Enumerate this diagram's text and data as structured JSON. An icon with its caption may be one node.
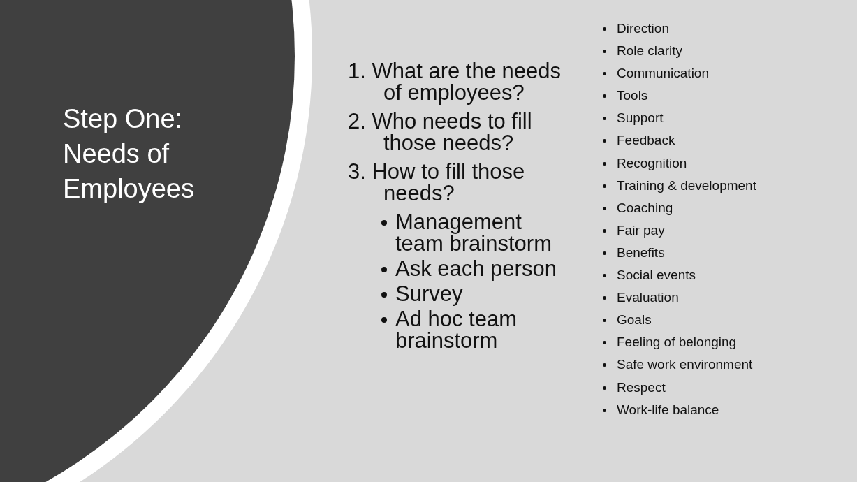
{
  "diagram": {
    "title": "Step One: Needs of Employees",
    "labels": [
      "1. What are the needs of employees?",
      "2. Who needs to fill those needs?",
      "3. How to fill those needs?",
      "Management team brainstorm",
      "Ask each person",
      "Survey",
      "Ad hoc team brainstorm",
      "Direction",
      "Role clarity",
      "Communication",
      "Tools",
      "Support",
      "Feedback",
      "Recognition",
      "Training & development",
      "Coaching",
      "Fair pay",
      "Benefits",
      "Social events",
      "Evaluation",
      "Goals",
      "Feeling of belonging",
      "Safe work environment",
      "Respect",
      "Work-life balance"
    ]
  }
}
